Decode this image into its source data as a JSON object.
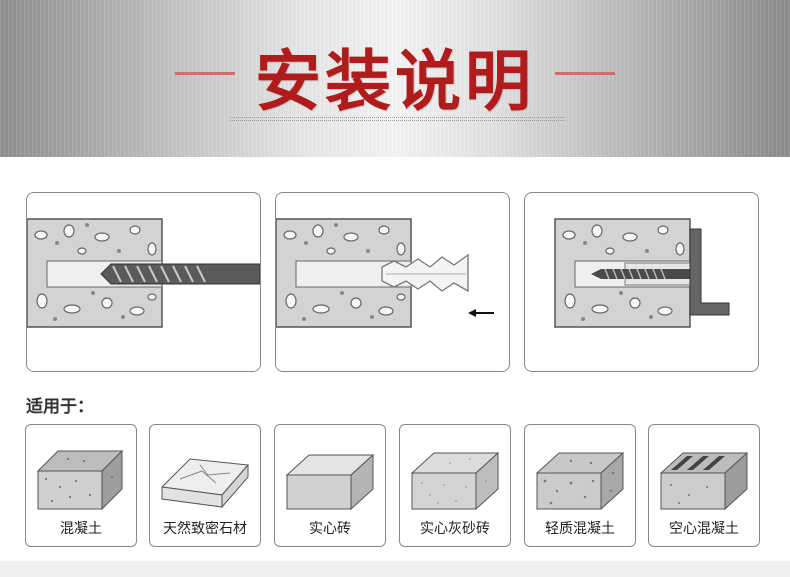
{
  "banner": {
    "title": "安装说明"
  },
  "steps": [
    {
      "name": "drill-hole"
    },
    {
      "name": "insert-anchor"
    },
    {
      "name": "fasten-screw"
    }
  ],
  "applies_to_label": "适用于：",
  "materials": [
    {
      "label": "混凝土",
      "icon": "concrete-block-icon"
    },
    {
      "label": "天然致密石材",
      "icon": "natural-stone-icon"
    },
    {
      "label": "实心砖",
      "icon": "solid-brick-icon"
    },
    {
      "label": "实心灰砂砖",
      "icon": "lime-sand-brick-icon"
    },
    {
      "label": "轻质混凝土",
      "icon": "lightweight-concrete-icon"
    },
    {
      "label": "空心混凝土",
      "icon": "hollow-concrete-icon"
    }
  ],
  "colors": {
    "title": "#b01c1c",
    "accent_line": "#d96a6a",
    "concrete": "#d3d3d3"
  }
}
